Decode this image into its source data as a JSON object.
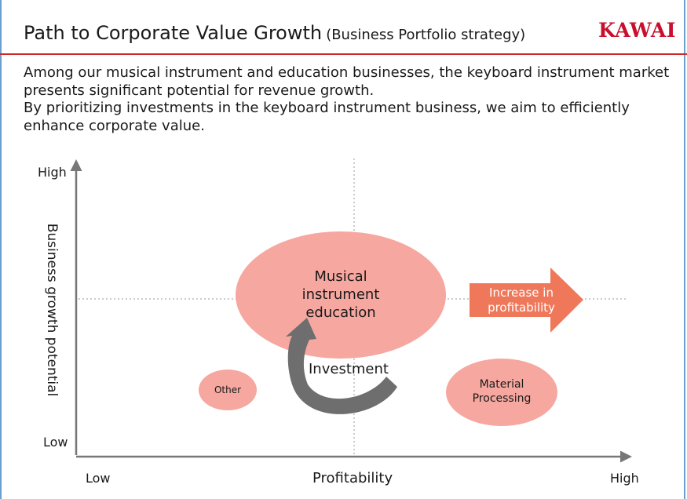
{
  "header": {
    "title": "Path to Corporate Value Growth",
    "subtitle": "(Business Portfolio strategy)",
    "logo_text": "KAWAI"
  },
  "intro": {
    "paragraph_1": "Among our musical instrument and education businesses, the keyboard instrument market presents significant potential for revenue growth.",
    "paragraph_2": "By prioritizing investments in the keyboard instrument business, we aim to efficiently enhance corporate value."
  },
  "diagram": {
    "y_axis_label": "Business growth potential",
    "y_high": "High",
    "y_low": "Low",
    "x_axis_label": "Profitability",
    "x_low": "Low",
    "x_high": "High",
    "bubbles": {
      "music_education": [
        "Musical",
        "instrument",
        "education"
      ],
      "other": "Other",
      "material_processing": [
        "Material",
        "Processing"
      ]
    },
    "investment_label": "Investment",
    "increase_arrow": [
      "Increase in",
      "profitability"
    ]
  },
  "colors": {
    "bubble_fill": "#f6a79f",
    "arrow_fill": "#f0785a",
    "brand_red": "#c8102e",
    "title_rule": "#cc2a2a",
    "investment_arrow": "#6e6e6e"
  }
}
